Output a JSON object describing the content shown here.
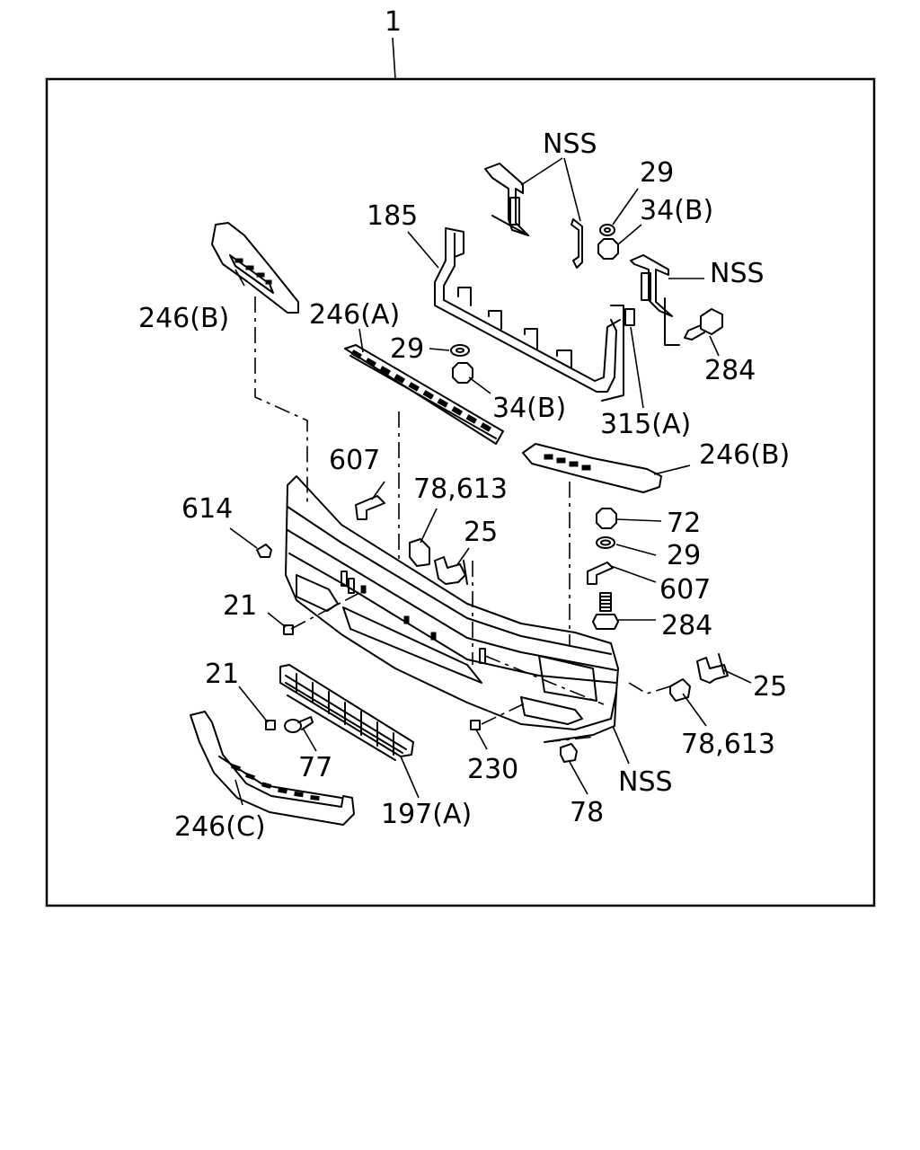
{
  "diagram": {
    "assembly_label": "1",
    "labels": {
      "nss_top": "NSS",
      "p29_top": "29",
      "p34b_top": "34(B)",
      "nss_right": "NSS",
      "p185": "185",
      "p284_top": "284",
      "p246b_left": "246(B)",
      "p246a": "246(A)",
      "p29_mid": "29",
      "p34b_mid": "34(B)",
      "p315a": "315(A)",
      "p246b_right": "246(B)",
      "p607_left": "607",
      "p78_613_mid": "78,613",
      "p614": "614",
      "p25_mid": "25",
      "p72": "72",
      "p29_right": "29",
      "p607_right": "607",
      "p21_upper": "21",
      "p284_right": "284",
      "p25_right": "25",
      "p21_lower": "21",
      "p78_613_right": "78,613",
      "p77": "77",
      "p230": "230",
      "nss_bottom": "NSS",
      "p246c": "246(C)",
      "p197a": "197(A)",
      "p78_bottom": "78"
    }
  }
}
